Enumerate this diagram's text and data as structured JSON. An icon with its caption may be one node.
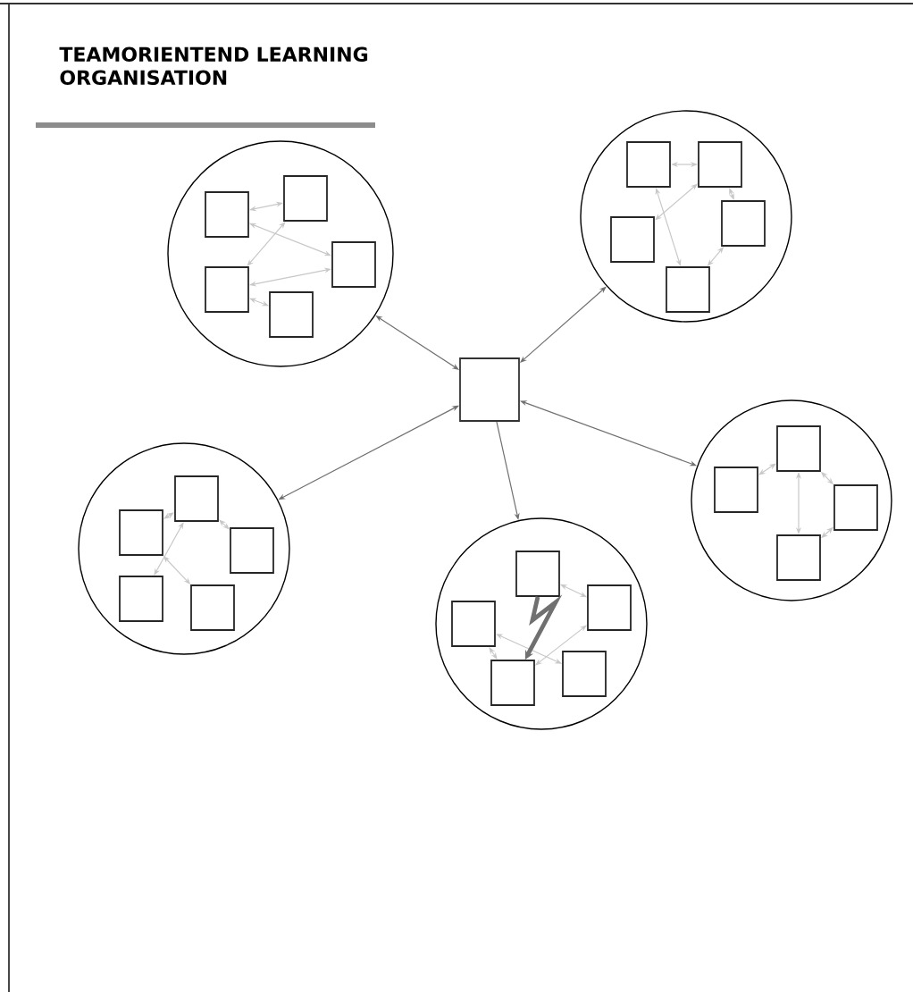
{
  "diagram": {
    "title": "TEAMORIENTEND LEARNING ORGANISATION",
    "nodes": [
      {
        "text": [],
        "shape": "circle"
      },
      {
        "text": [],
        "shape": "box",
        "in": 0
      },
      {
        "text": [],
        "shape": "box",
        "in": 0
      },
      {
        "text": [],
        "shape": "box",
        "in": 0
      },
      {
        "text": [],
        "shape": "box",
        "in": 0
      },
      {
        "text": [],
        "shape": "box",
        "in": 0
      },
      {
        "text": [],
        "shape": "circle"
      },
      {
        "text": [],
        "shape": "box",
        "in": 6
      },
      {
        "text": [],
        "shape": "box",
        "in": 6
      },
      {
        "text": [],
        "shape": "box",
        "in": 6
      },
      {
        "text": [],
        "shape": "box",
        "in": 6
      },
      {
        "text": [],
        "shape": "box",
        "in": 6
      },
      {
        "text": [],
        "shape": "box"
      },
      {
        "text": [],
        "shape": "circle"
      },
      {
        "text": [],
        "shape": "box",
        "in": 13
      },
      {
        "text": [],
        "shape": "box",
        "in": 13
      },
      {
        "text": [],
        "shape": "box",
        "in": 13
      },
      {
        "text": [],
        "shape": "box",
        "in": 13
      },
      {
        "text": [],
        "shape": "box",
        "in": 13
      },
      {
        "text": [],
        "shape": "circle"
      },
      {
        "text": [],
        "shape": "box",
        "in": 19
      },
      {
        "text": [],
        "shape": "box",
        "in": 19
      },
      {
        "text": [],
        "shape": "box",
        "in": 19
      },
      {
        "text": [],
        "shape": "box",
        "in": 19
      },
      {
        "text": [],
        "shape": "circle"
      },
      {
        "text": [],
        "shape": "box",
        "in": 24
      },
      {
        "text": [],
        "shape": "box",
        "in": 24
      },
      {
        "text": [],
        "shape": "box",
        "in": 24
      },
      {
        "text": [],
        "shape": "box",
        "in": 24
      },
      {
        "text": [],
        "shape": "box",
        "in": 24
      }
    ],
    "edges": [
      {
        "from": 1,
        "to": 2,
        "arrow": "both"
      },
      {
        "from": 1,
        "to": 3,
        "arrow": "both"
      },
      {
        "from": 2,
        "to": 4,
        "arrow": "both"
      },
      {
        "from": 3,
        "to": 4,
        "arrow": "both"
      },
      {
        "from": 4,
        "to": 5,
        "arrow": "both"
      },
      {
        "from": 7,
        "to": 8,
        "arrow": "both"
      },
      {
        "from": 9,
        "to": 8,
        "arrow": "both"
      },
      {
        "from": 7,
        "to": 11,
        "arrow": "both"
      },
      {
        "from": 8,
        "to": 10,
        "arrow": "both"
      },
      {
        "from": 11,
        "to": 10,
        "arrow": "both"
      },
      {
        "from": 14,
        "to": 15,
        "arrow": "both"
      },
      {
        "from": 14,
        "to": 17,
        "arrow": "both"
      },
      {
        "from": 14,
        "to": 16,
        "arrow": "both"
      },
      {
        "from": 15,
        "to": 18,
        "arrow": "both"
      },
      {
        "from": 20,
        "to": 21,
        "arrow": "both"
      },
      {
        "from": 20,
        "to": 23,
        "arrow": "both"
      },
      {
        "from": 20,
        "to": 22,
        "arrow": "both"
      },
      {
        "from": 23,
        "to": 22,
        "arrow": "both"
      },
      {
        "from": 25,
        "to": 26,
        "arrow": "both"
      },
      {
        "from": 27,
        "to": 29,
        "arrow": "both"
      },
      {
        "from": 27,
        "to": 28,
        "arrow": "both"
      },
      {
        "from": 28,
        "to": 26,
        "arrow": "both"
      },
      {
        "from": 12,
        "to": 0,
        "arrow": "both",
        "color": "#707070"
      },
      {
        "from": 12,
        "to": 6,
        "arrow": "both",
        "color": "#707070"
      },
      {
        "from": 12,
        "to": 13,
        "arrow": "both",
        "color": "#707070"
      },
      {
        "from": 12,
        "to": 19,
        "arrow": "both",
        "color": "#707070"
      },
      {
        "from": 12,
        "to": 24,
        "arrow": "to",
        "color": "#707070"
      },
      {
        "from": 25,
        "to": 28,
        "arrow": "to",
        "style": "thick",
        "color": "#707070"
      }
    ]
  }
}
